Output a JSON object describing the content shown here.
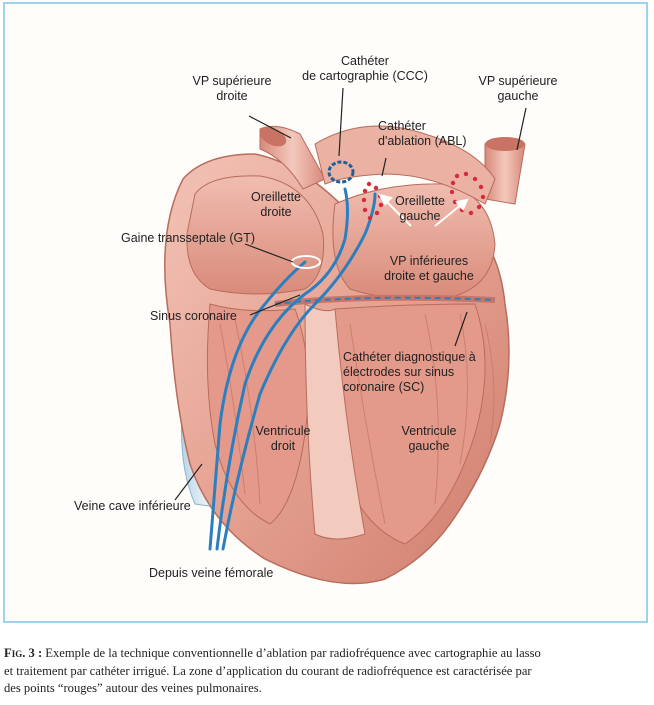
{
  "labels": {
    "vp_sup_droite": [
      "VP supérieure",
      "droite"
    ],
    "catheter_ccc": [
      "Cathéter",
      "de cartographie (CCC)"
    ],
    "vp_sup_gauche": [
      "VP supérieure",
      "gauche"
    ],
    "catheter_abl": [
      "Cathéter",
      "d'ablation (ABL)"
    ],
    "oreillette_droite": [
      "Oreillette",
      "droite"
    ],
    "oreillette_gauche": [
      "Oreillette",
      "gauche"
    ],
    "gaine_transseptale": [
      "Gaine transseptale (GT)"
    ],
    "vp_inferieures": [
      "VP inférieures",
      "droite et gauche"
    ],
    "sinus_coronaire": [
      "Sinus coronaire"
    ],
    "catheter_diag": [
      "Cathéter diagnostique à",
      "électrodes sur sinus",
      "coronaire (SC)"
    ],
    "ventricule_droit": [
      "Ventricule",
      "droit"
    ],
    "ventricule_gauche": [
      "Ventricule",
      "gauche"
    ],
    "veine_cave": [
      "Veine cave inférieure"
    ],
    "depuis_veine": [
      "Depuis veine fémorale"
    ]
  },
  "caption": {
    "label": "Fig. 3 :",
    "lines": [
      "Exemple de la technique conventionnelle d’ablation par radiofréquence avec cartographie au lasso",
      "et traitement par cathéter irrigué. La zone d’application du courant de radiofréquence est caractérisée par",
      "des points “rouges” autour des veines pulmonaires."
    ]
  },
  "colors": {
    "frame": "#9fd3ea",
    "tissue": "#e8a79a",
    "tissue_dark": "#c97364",
    "tissue_light": "#f5d2c8",
    "catheter": "#2c7fbf",
    "ablation_dot": "#d8283a"
  }
}
